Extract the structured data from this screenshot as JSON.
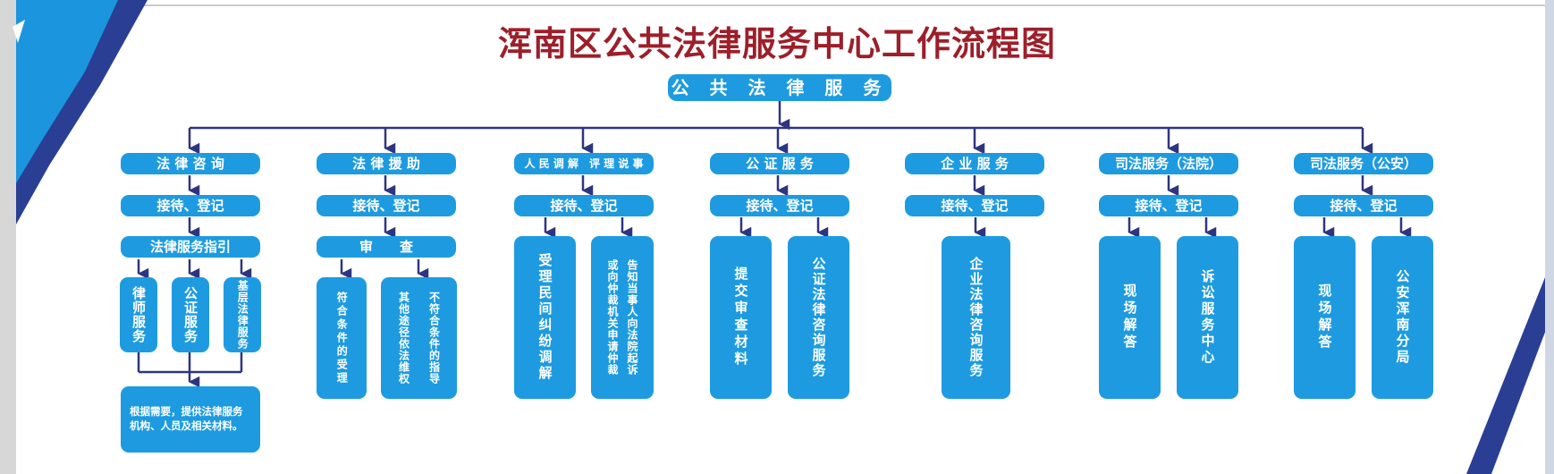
{
  "title": "浑南区公共法律服务中心工作流程图",
  "root": "公 共 法 律 服 务",
  "colors": {
    "title": "#9c1f2a",
    "box": "#1e9be0",
    "line": "#2e3580",
    "deco_dark": "#2a3f94",
    "deco_light": "#1b95de"
  },
  "columns": [
    {
      "header": "法 律 咨 询",
      "reception": "接待、登记",
      "step": "法律服务指引",
      "items": [
        "律师服务",
        "公证服务",
        "基层法律服务"
      ],
      "note": "根据需要，提供法律服务机构、人员及相关材料。"
    },
    {
      "header": "法 律 援 助",
      "reception": "接待、登记",
      "step": "审　　查",
      "items": [
        "符合条件的受理",
        "不符合条件的指导",
        "其他途径依法维权"
      ]
    },
    {
      "header": "人 民 调 解　评 理 说 事",
      "reception": "接待、登记",
      "items": [
        "受理民间纠纷调解",
        "或向仲裁机关申请仲裁",
        "告知当事人向法院起诉"
      ]
    },
    {
      "header": "公 证 服 务",
      "reception": "接待、登记",
      "items": [
        "提交审查材料",
        "公证法律咨询服务"
      ]
    },
    {
      "header": "企 业 服 务",
      "reception": "接待、登记",
      "items": [
        "企业法律咨询服务"
      ]
    },
    {
      "header": "司法服务（法院）",
      "reception": "接待、登记",
      "items": [
        "现场解答",
        "诉讼服务中心"
      ]
    },
    {
      "header": "司法服务（公安）",
      "reception": "接待、登记",
      "items": [
        "现场解答",
        "公安浑南分局"
      ]
    }
  ]
}
